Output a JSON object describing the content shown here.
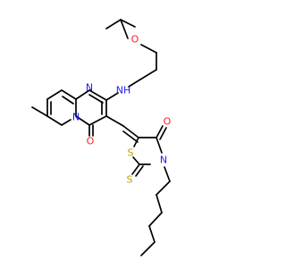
{
  "structure": {
    "atom_labels": {
      "ether_oxygen": "O",
      "amine_nh": "NH",
      "ring_n_top": "N",
      "ring_n_fused": "N",
      "carbonyl_o_pyrimidinone": "O",
      "carbonyl_o_thiazolidinone": "O",
      "thione_s": "S",
      "ring_s": "S",
      "ring_n_thiazolidinone": "N"
    },
    "colors": {
      "bond": "#000000",
      "nitrogen": "#1a1aff",
      "oxygen": "#ff2020",
      "sulfur": "#b8a000"
    }
  }
}
